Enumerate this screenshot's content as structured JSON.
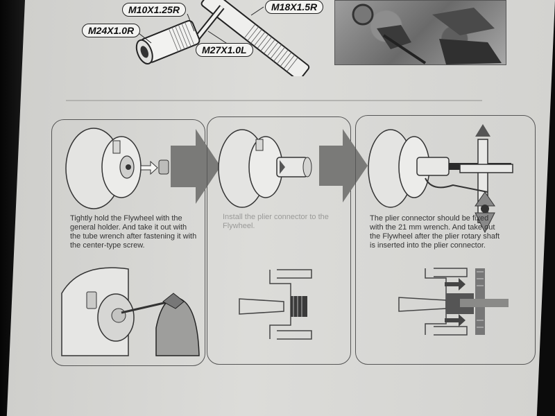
{
  "tool_labels": {
    "m10": "M10X1.25R",
    "m18": "M18X1.5R",
    "m24": "M24X1.0R",
    "m27": "M27X1.0L"
  },
  "steps": [
    {
      "text": "Tightly hold the Flywheel with the general holder.  And take it out with the tube wrench after fastening it with the center-type screw."
    },
    {
      "text": "Install the plier connector to the Flywheel."
    },
    {
      "text": "The plier connector should be fixed with the 21 mm wrench. And take out the Flywheel after the plier rotary shaft is inserted into the plier connector."
    }
  ],
  "colors": {
    "paper": "#d8d8d5",
    "ink": "#222222",
    "arrow_fill": "#7a7a78"
  }
}
